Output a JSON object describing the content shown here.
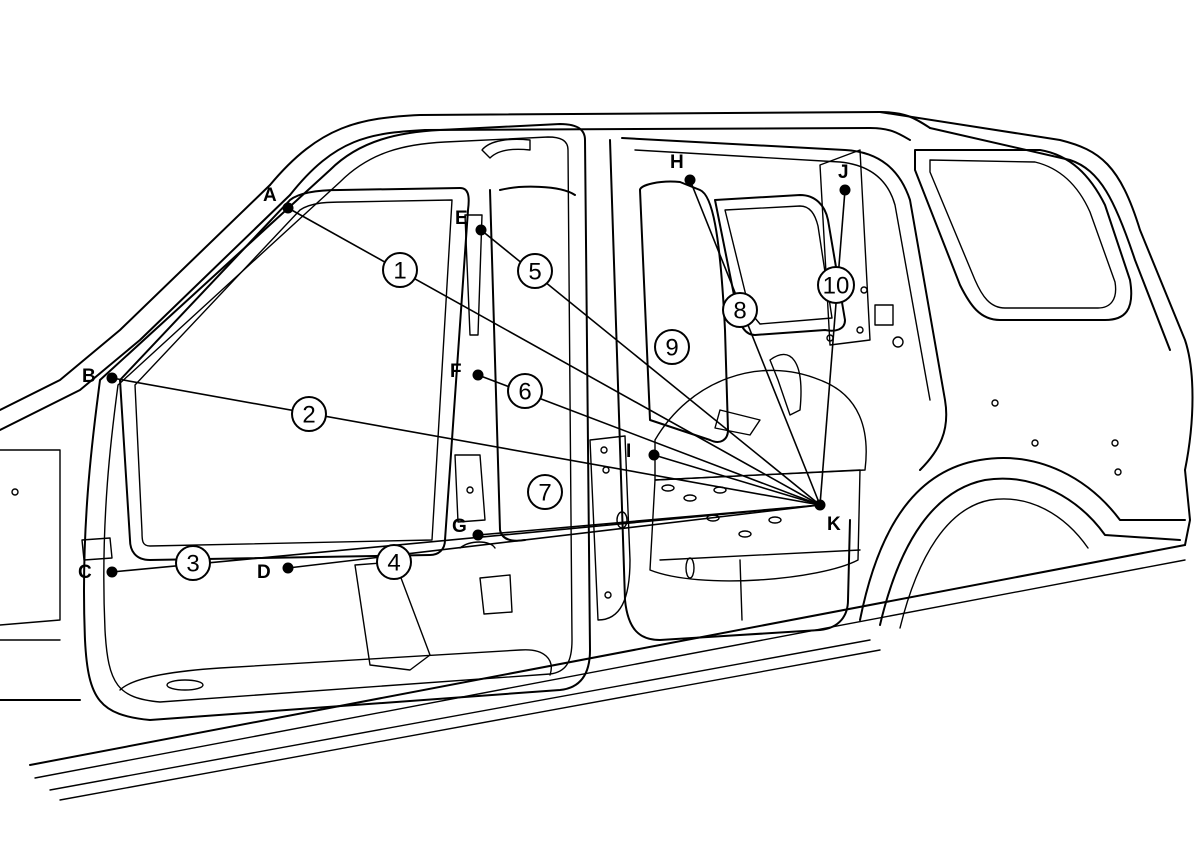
{
  "diagram": {
    "points": [
      {
        "id": "A",
        "label": "A"
      },
      {
        "id": "B",
        "label": "B"
      },
      {
        "id": "C",
        "label": "C"
      },
      {
        "id": "D",
        "label": "D"
      },
      {
        "id": "E",
        "label": "E"
      },
      {
        "id": "F",
        "label": "F"
      },
      {
        "id": "G",
        "label": "G"
      },
      {
        "id": "H",
        "label": "H"
      },
      {
        "id": "I",
        "label": "I"
      },
      {
        "id": "J",
        "label": "J"
      },
      {
        "id": "K",
        "label": "K"
      }
    ],
    "callouts": [
      {
        "id": "1",
        "label": "1",
        "from": "A",
        "to": "K"
      },
      {
        "id": "2",
        "label": "2",
        "from": "B",
        "to": "K"
      },
      {
        "id": "3",
        "label": "3",
        "from": "C",
        "to": "K"
      },
      {
        "id": "4",
        "label": "4",
        "from": "D",
        "to": "K"
      },
      {
        "id": "5",
        "label": "5",
        "from": "E",
        "to": "K"
      },
      {
        "id": "6",
        "label": "6",
        "from": "F",
        "to": "K"
      },
      {
        "id": "7",
        "label": "7",
        "from": "G",
        "to": "K"
      },
      {
        "id": "8",
        "label": "8",
        "from": "H",
        "to": "K"
      },
      {
        "id": "9",
        "label": "9",
        "from": "I",
        "to": "K"
      },
      {
        "id": "10",
        "label": "10",
        "from": "J",
        "to": "K"
      }
    ]
  }
}
